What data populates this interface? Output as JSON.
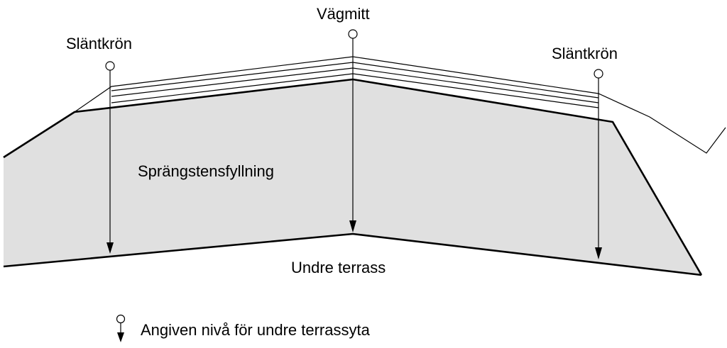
{
  "labels": {
    "road_center": "Vägmitt",
    "slope_crest_left": "Släntkrön",
    "slope_crest_right": "Släntkrön",
    "fill": "Sprängstensfyllning",
    "lower_terrace": "Undre terrass"
  },
  "legend": {
    "text": "Angiven nivå för undre terrassyta"
  },
  "colors": {
    "fill_area": "#e0e0e0",
    "stroke": "#000000",
    "background": "#ffffff"
  }
}
